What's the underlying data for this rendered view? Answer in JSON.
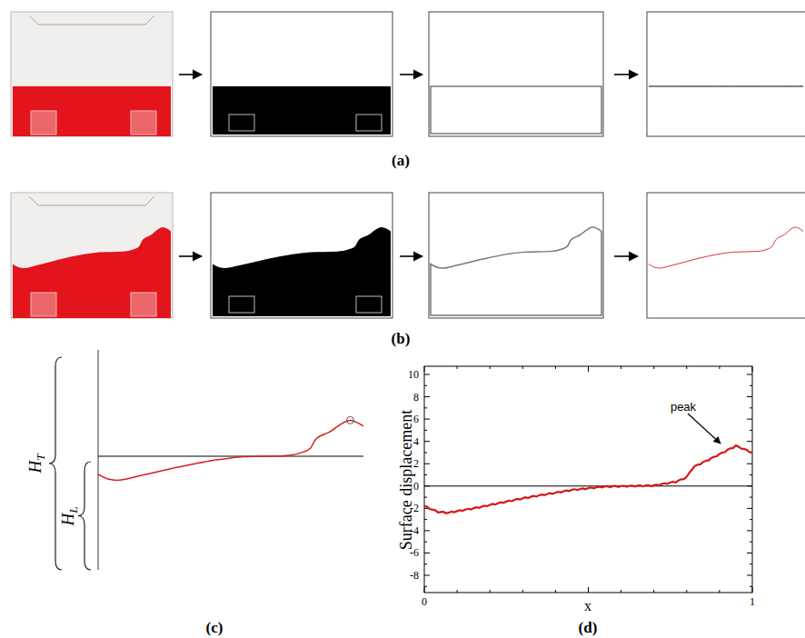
{
  "diagram": {
    "labels": [
      "(a)",
      "(b)",
      "(c)",
      "(d)",
      "HT",
      "HL",
      "Surface displacement",
      "peak",
      "x",
      "10",
      "8",
      "6",
      "4",
      "2",
      "0",
      "-2",
      "-4",
      "-6",
      "-8",
      "0",
      "1"
    ]
  }
}
